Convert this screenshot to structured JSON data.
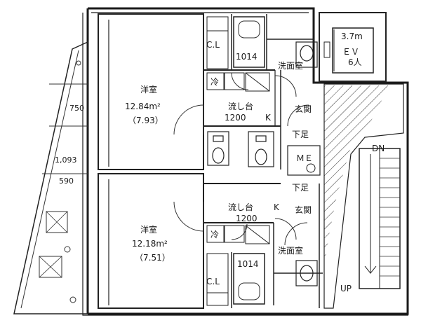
{
  "floorplan": {
    "ev": {
      "size": "3.7m",
      "label": "ＥＶ",
      "capacity": "6人"
    },
    "top_unit": {
      "room": "洋室",
      "area": "12.84m²",
      "tatami": "（7.93）",
      "kitchen": "流し台",
      "kitchen_size": "1200",
      "k": "K",
      "bath_size": "1014",
      "washroom": "洗面室",
      "closet": "C.L",
      "fridge": "冷",
      "entrance": "玄関",
      "shoe_box": "下足"
    },
    "bottom_unit": {
      "room": "洋室",
      "area": "12.18m²",
      "tatami": "（7.51）",
      "kitchen": "流し台",
      "kitchen_size": "1200",
      "k": "K",
      "bath_size": "1014",
      "washroom": "洗面室",
      "closet": "C.L",
      "fridge": "冷",
      "entrance": "玄関",
      "shoe_box": "下足"
    },
    "meter": "ＭＥ",
    "dim_750": "750",
    "dim_1093": "1,093",
    "dim_590": "590",
    "stair_dn": "DN",
    "stair_up": "UP"
  }
}
